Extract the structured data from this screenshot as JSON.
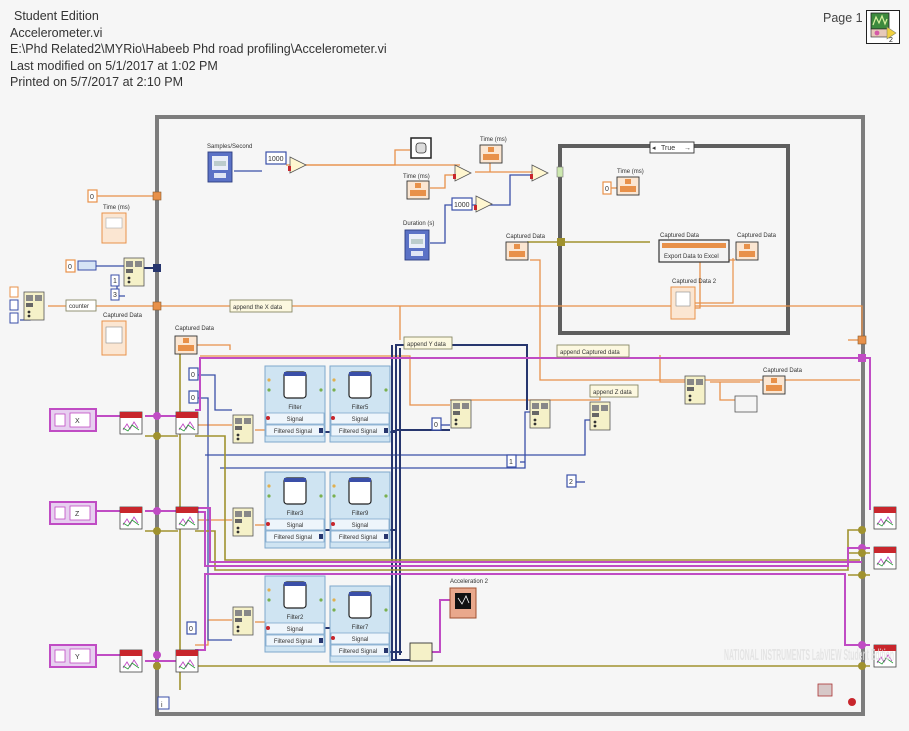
{
  "header": {
    "edition": "Student Edition",
    "vi_name": "Accelerometer.vi",
    "path": "E:\\Phd Related2\\MYRio\\Habeeb Phd road profiling\\Accelerometer.vi",
    "last_modified": "Last modified on 5/1/2017 at 1:02 PM",
    "printed": "Printed on 5/7/2017 at 2:10 PM",
    "page": "Page 1",
    "vi_icon": "vi-waveform-icon"
  },
  "diagram": {
    "controls": {
      "samples_per_second": "Samples/Second",
      "duration": "Duration (s)",
      "time_ms": "Time (ms)",
      "captured_data": "Captured Data",
      "captured_data_2": "Captured Data 2",
      "acceleration_2": "Acceleration 2",
      "counter": "counter"
    },
    "constants": {
      "k1000a": "1000",
      "k1000b": "1000",
      "zero": "0",
      "one": "1",
      "two": "2",
      "three": "3"
    },
    "labels": {
      "append_x": "append the X data",
      "append_y": "append Y data",
      "append_z": "append Z data",
      "append_captured": "append Captured data"
    },
    "case_structure": {
      "selector": "True",
      "export_node": "Export Data to Excel"
    },
    "accel_channels": [
      "X",
      "Z",
      "Y"
    ],
    "filters": [
      {
        "name": "Filter",
        "in": "Signal",
        "out": "Filtered Signal"
      },
      {
        "name": "Filter5",
        "in": "Signal",
        "out": "Filtered Signal"
      },
      {
        "name": "Filter3",
        "in": "Signal",
        "out": "Filtered Signal"
      },
      {
        "name": "Filter9",
        "in": "Signal",
        "out": "Filtered Signal"
      },
      {
        "name": "Filter2",
        "in": "Signal",
        "out": "Filtered Signal"
      },
      {
        "name": "Filter7",
        "in": "Signal",
        "out": "Filtered Signal"
      }
    ],
    "loop_iteration": "i",
    "watermark": "NATIONAL INSTRUMENTS LabVIEW Student Edition"
  },
  "colors": {
    "numeric_wire": "#e8914a",
    "int_wire": "#3a4fa8",
    "cluster_wire": "#a0922e",
    "waveform_wire": "#c04cc4",
    "loop_border": "#7d7d7d",
    "filter_bg": "#cfe4f2"
  }
}
